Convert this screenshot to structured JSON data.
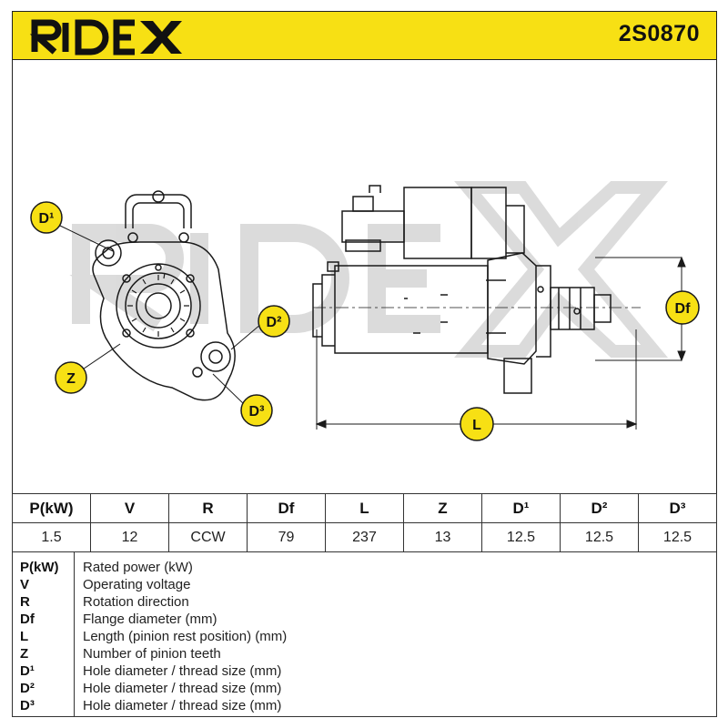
{
  "brand": {
    "name": "RIDEX",
    "accent_color": "#f7e014",
    "line_color": "#1a1a1a"
  },
  "part_number": "2S0870",
  "drawing_labels": {
    "d1": "D¹",
    "d2": "D²",
    "d3": "D³",
    "z": "Z",
    "df": "Df",
    "l": "L"
  },
  "spec_table": {
    "headers": [
      "P(kW)",
      "V",
      "R",
      "Df",
      "L",
      "Z",
      "D¹",
      "D²",
      "D³"
    ],
    "values": [
      "1.5",
      "12",
      "CCW",
      "79",
      "237",
      "13",
      "12.5",
      "12.5",
      "12.5"
    ]
  },
  "legend": [
    {
      "code": "P(kW)",
      "desc": "Rated power (kW)"
    },
    {
      "code": "V",
      "desc": "Operating voltage"
    },
    {
      "code": "R",
      "desc": "Rotation direction"
    },
    {
      "code": "Df",
      "desc": "Flange diameter (mm)"
    },
    {
      "code": "L",
      "desc": "Length (pinion rest position) (mm)"
    },
    {
      "code": "Z",
      "desc": "Number of pinion teeth"
    },
    {
      "code": "D¹",
      "desc": "Hole diameter / thread size (mm)"
    },
    {
      "code": "D²",
      "desc": "Hole diameter / thread size (mm)"
    },
    {
      "code": "D³",
      "desc": "Hole diameter / thread size (mm)"
    }
  ]
}
